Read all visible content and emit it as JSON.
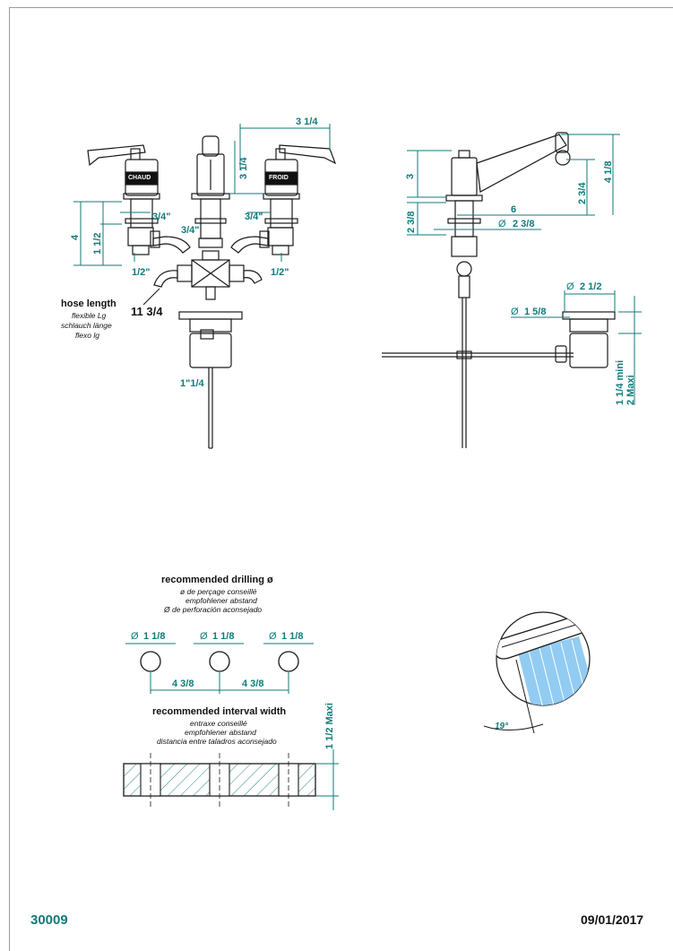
{
  "document": {
    "reference": "30009",
    "date": "09/01/2017"
  },
  "front_view": {
    "handle_left_label": "CHAUD",
    "handle_right_label": "FROID",
    "dim_width_top": "3 1/4",
    "dim_height_right": "3 1/4",
    "dim_height_left": "4",
    "dim_height_left_inner": "1 1/2",
    "thread_left": "3/4\"",
    "thread_center": "3/4\"",
    "thread_right": "3/4\"",
    "inlet_left": "1/2\"",
    "inlet_right": "1/2\"",
    "drain_size": "1\"1/4",
    "hose_value": "11 3/4",
    "hose_title": "hose length",
    "hose_fr": "flexible Lg",
    "hose_de": "schlauch länge",
    "hose_es": "flexo lg"
  },
  "side_view": {
    "dim_3": "3",
    "dim_2_3_4": "2 3/4",
    "dim_4_1_8": "4 1/8",
    "dim_6": "6",
    "dim_2_3_8_v": "2 3/8",
    "dim_2_3_8_dia": "2 3/8",
    "dia_symbol": "Ø",
    "drain_top_dia": "2 1/2",
    "drain_inner_dia": "1 5/8",
    "drain_thickness": "1 1/4  mini",
    "drain_max": "2 Maxi"
  },
  "drilling": {
    "title": "recommended drilling ø",
    "fr": "ø de perçage conseillé",
    "de": "empfohlener abstand",
    "es": "Ø de perforación aconsejado",
    "hole_dia_1": "1 1/8",
    "hole_dia_2": "1 1/8",
    "hole_dia_3": "1 1/8",
    "spacing_1": "4 3/8",
    "spacing_2": "4 3/8"
  },
  "interval": {
    "title": "recommended interval width",
    "fr": "entraxe conseillé",
    "de": "empfohlener abstand",
    "es": "distancia entre taladros aconsejado",
    "deck_max": "1 1/2  Maxi"
  },
  "spray": {
    "angle": "19°"
  },
  "colors": {
    "dimension": "#117a7a",
    "line": "#1a1a1a",
    "water": "#7fc3f0"
  }
}
